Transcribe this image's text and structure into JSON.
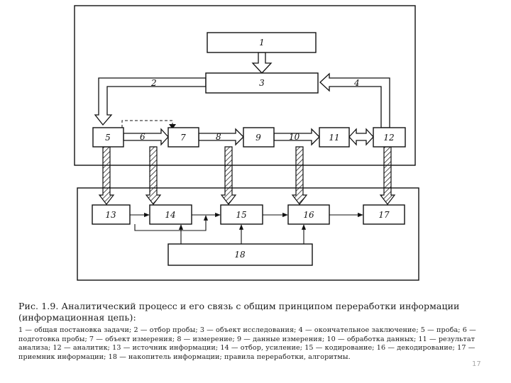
{
  "diagram": {
    "blocks": [
      {
        "id": "1",
        "label": "1"
      },
      {
        "id": "3",
        "label": "3"
      },
      {
        "id": "5",
        "label": "5"
      },
      {
        "id": "7",
        "label": "7"
      },
      {
        "id": "9",
        "label": "9"
      },
      {
        "id": "11",
        "label": "11"
      },
      {
        "id": "12",
        "label": "12"
      },
      {
        "id": "13",
        "label": "13"
      },
      {
        "id": "14",
        "label": "14"
      },
      {
        "id": "15",
        "label": "15"
      },
      {
        "id": "16",
        "label": "16"
      },
      {
        "id": "17",
        "label": "17"
      },
      {
        "id": "18",
        "label": "18"
      }
    ],
    "arrow_labels": {
      "a2": "2",
      "a4": "4",
      "a6": "6",
      "a8": "8",
      "a10": "10"
    }
  },
  "caption": {
    "title": "Рис. 1.9. Аналитический процесс и его связь с общим принципом переработки информации (информационная цепь):",
    "legend": "1 — общая постановка задачи; 2 — отбор пробы; 3 — объект исследования; 4 — окончательное заключение; 5 — проба; 6 — подготовка пробы; 7 — объект измерения; 8 — измерение; 9 — данные измерения; 10 — обработка данных; 11 — результат анализа; 12 — аналитик; 13 — источник информации; 14 — отбор, усиление; 15 — кодирование; 16 — декодирование; 17 — приемник информации; 18 — накопитель информации; правила переработки, алгоритмы."
  },
  "page_number": "17"
}
